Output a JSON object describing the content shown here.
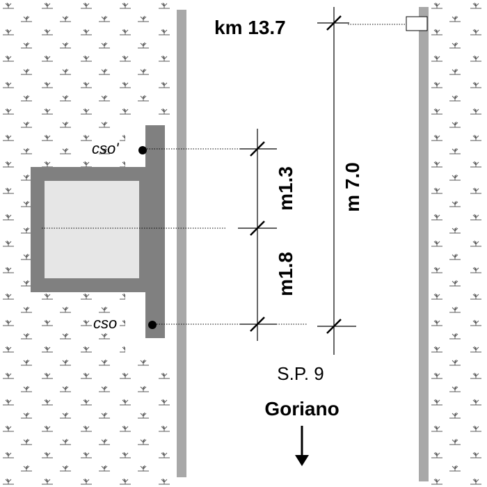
{
  "km_label": "km 13.7",
  "road_width_label": "m 7.0",
  "offset_upper_label": "m1.3",
  "offset_lower_label": "m1.8",
  "point_upper_label": "cso'",
  "point_lower_label": "cso",
  "road_name_label": "S.P. 9",
  "direction_label": "Goriano",
  "colors": {
    "wall": "#808080",
    "building_fill": "#e6e6e6",
    "road_edge": "#a8a8a8",
    "vegetation": "#555555",
    "ink": "#000000"
  }
}
